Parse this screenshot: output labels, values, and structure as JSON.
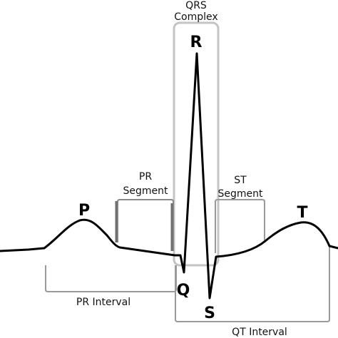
{
  "diagram": {
    "waves": {
      "p": "P",
      "q": "Q",
      "r": "R",
      "s": "S",
      "t": "T"
    },
    "labels": {
      "qrs_line1": "QRS",
      "qrs_line2": "Complex",
      "pr_segment_line1": "PR",
      "pr_segment_line2": "Segment",
      "st_segment_line1": "ST",
      "st_segment_line2": "Segment",
      "pr_interval": "PR Interval",
      "qt_interval": "QT Interval"
    },
    "colors": {
      "trace": "#000000",
      "bracket": "#9a9a9a",
      "bracket_dark": "#6e6e6e"
    }
  }
}
